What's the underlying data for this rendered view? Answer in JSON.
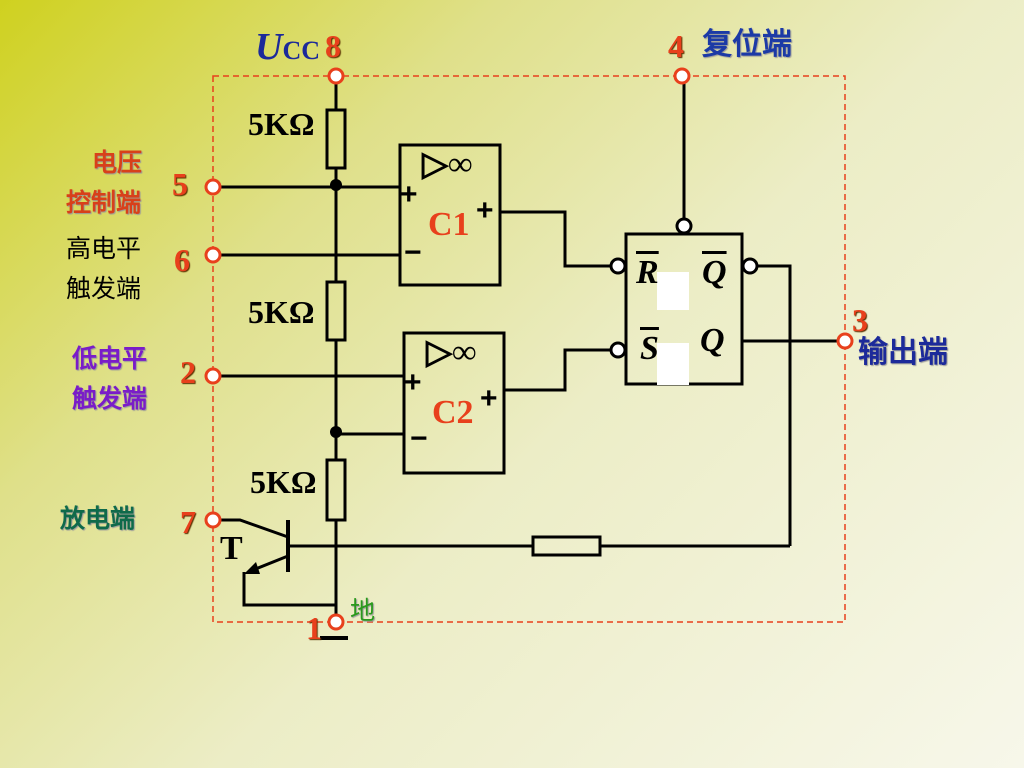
{
  "pins": {
    "vcc": {
      "symbol": "U",
      "subscript": "CC",
      "number": "8"
    },
    "reset": {
      "number": "4",
      "label": "复位端"
    },
    "control": {
      "number": "5",
      "label_line1": "电压",
      "label_line2": "控制端"
    },
    "threshold": {
      "number": "6",
      "label_line1": "高电平",
      "label_line2": "触发端"
    },
    "trigger": {
      "number": "2",
      "label_line1": "低电平",
      "label_line2": "触发端"
    },
    "discharge": {
      "number": "7",
      "label": "放电端"
    },
    "output": {
      "number": "3",
      "label": "输出端"
    },
    "ground": {
      "number": "1",
      "label": "地"
    }
  },
  "resistors": [
    "5KΩ",
    "5KΩ",
    "5KΩ"
  ],
  "comparators": [
    {
      "name": "C1",
      "amp_symbol": "▷∞",
      "plus": "+",
      "minus": "−",
      "out_plus": "+"
    },
    {
      "name": "C2",
      "amp_symbol": "▷∞",
      "plus": "+",
      "minus": "−",
      "out_plus": "+"
    }
  ],
  "flipflop": {
    "r_label": "R",
    "s_label": "S",
    "qbar_label": "Q",
    "q_label": "Q"
  },
  "transistor": {
    "label": "T"
  },
  "colors": {
    "pin_number": "#e8401c",
    "label_control": "#d8401a",
    "label_reset": "#1c3aa6",
    "label_threshold": "#000000",
    "label_trigger": "#7a1cc8",
    "label_discharge": "#0f6a4a",
    "label_output": "#1c2a9a",
    "label_ground": "#2a9a1c",
    "vcc_symbol": "#1c2a9a",
    "comparator_name": "#e8401c"
  }
}
